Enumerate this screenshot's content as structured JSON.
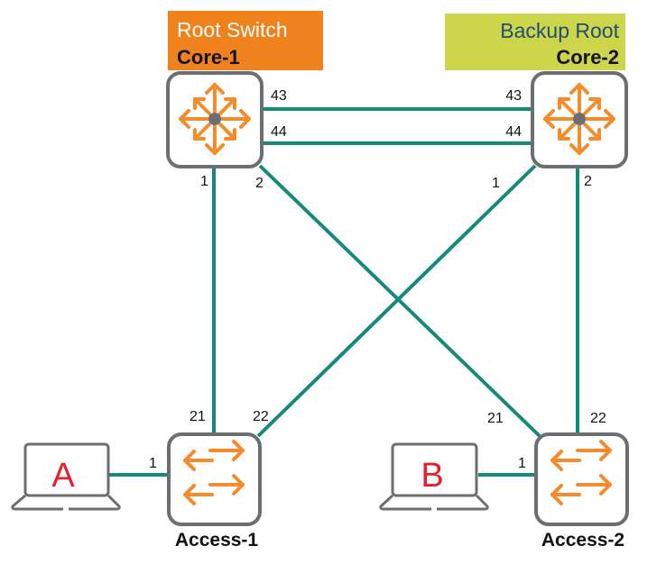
{
  "diagram": {
    "title_tags": {
      "root": {
        "role": "Root Switch",
        "name": "Core-1",
        "color": "#f0821e"
      },
      "backup": {
        "role": "Backup Root",
        "name": "Core-2",
        "color": "#cdd54a",
        "text_color": "#1f4e79"
      }
    },
    "devices": {
      "core1": {
        "name": "Core-1",
        "type": "core-switch"
      },
      "core2": {
        "name": "Core-2",
        "type": "core-switch"
      },
      "access1": {
        "name": "Access-1",
        "type": "access-switch"
      },
      "access2": {
        "name": "Access-2",
        "type": "access-switch"
      },
      "hostA": {
        "name": "A",
        "type": "laptop"
      },
      "hostB": {
        "name": "B",
        "type": "laptop"
      }
    },
    "ports": {
      "core1_43": "43",
      "core1_44": "44",
      "core1_1": "1",
      "core1_2": "2",
      "core2_43": "43",
      "core2_44": "44",
      "core2_1": "1",
      "core2_2": "2",
      "access1_21": "21",
      "access1_22": "22",
      "access1_1": "1",
      "access2_21": "21",
      "access2_22": "22",
      "access2_1": "1"
    },
    "links": [
      {
        "from": "Core-1:43",
        "to": "Core-2:43"
      },
      {
        "from": "Core-1:44",
        "to": "Core-2:44"
      },
      {
        "from": "Core-1:1",
        "to": "Access-1:21"
      },
      {
        "from": "Core-1:2",
        "to": "Access-2:21"
      },
      {
        "from": "Core-2:1",
        "to": "Access-1:22"
      },
      {
        "from": "Core-2:2",
        "to": "Access-2:22"
      },
      {
        "from": "A",
        "to": "Access-1:1"
      },
      {
        "from": "B",
        "to": "Access-2:1"
      }
    ],
    "colors": {
      "link": "#168a78",
      "device_border": "#6d6e71",
      "icon": "#f58b2a",
      "host_letter": "#e5202e"
    }
  }
}
